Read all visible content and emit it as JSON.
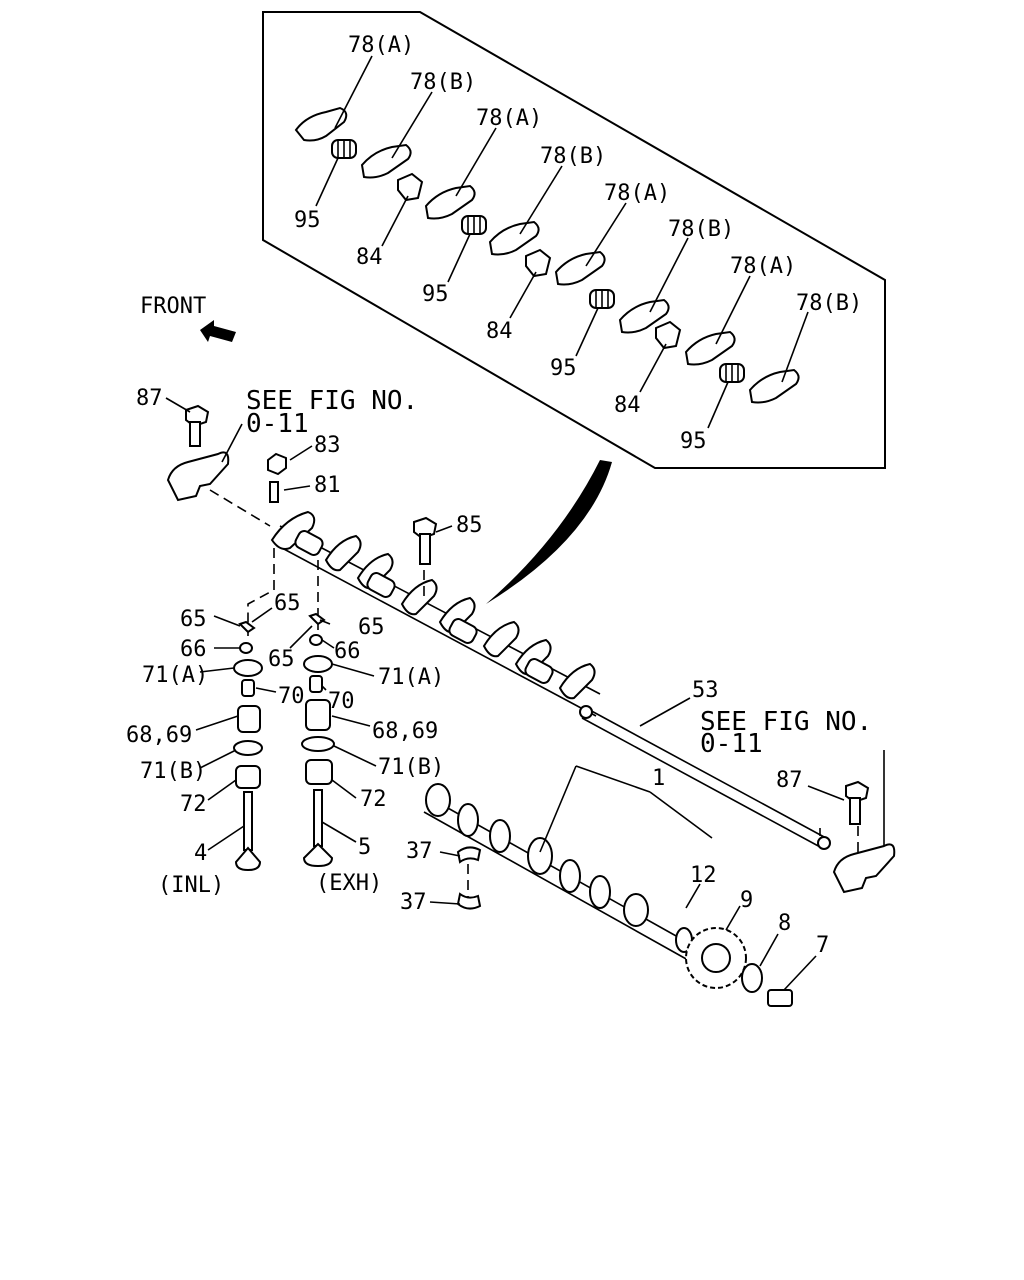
{
  "diagram": {
    "front_label": "FRONT",
    "see_fig_left": [
      "SEE FIG NO.",
      "0-11"
    ],
    "see_fig_right": [
      "SEE FIG NO.",
      "0-11"
    ],
    "inlet_label": "(INL)",
    "exhaust_label": "(EXH)",
    "labels": {
      "l78a_1": "78(A)",
      "l78b_1": "78(B)",
      "l78a_2": "78(A)",
      "l78b_2": "78(B)",
      "l78a_3": "78(A)",
      "l78b_3": "78(B)",
      "l78a_4": "78(A)",
      "l78b_4": "78(B)",
      "l95_1": "95",
      "l95_2": "95",
      "l95_3": "95",
      "l95_4": "95",
      "l84_1": "84",
      "l84_2": "84",
      "l84_3": "84",
      "l87_left": "87",
      "l87_right": "87",
      "l83": "83",
      "l81": "81",
      "l85": "85",
      "l53": "53",
      "l65_a": "65",
      "l65_b": "65",
      "l65_c": "65",
      "l65_d": "65",
      "l66_a": "66",
      "l66_b": "66",
      "l71a_a": "71(A)",
      "l71a_b": "71(A)",
      "l70_a": "70",
      "l70_b": "70",
      "l6869_a": "68,69",
      "l6869_b": "68,69",
      "l71b_a": "71(B)",
      "l71b_b": "71(B)",
      "l72_a": "72",
      "l72_b": "72",
      "l4": "4",
      "l5": "5",
      "l1": "1",
      "l12": "12",
      "l37_a": "37",
      "l37_b": "37",
      "l9": "9",
      "l8": "8",
      "l7": "7"
    }
  }
}
